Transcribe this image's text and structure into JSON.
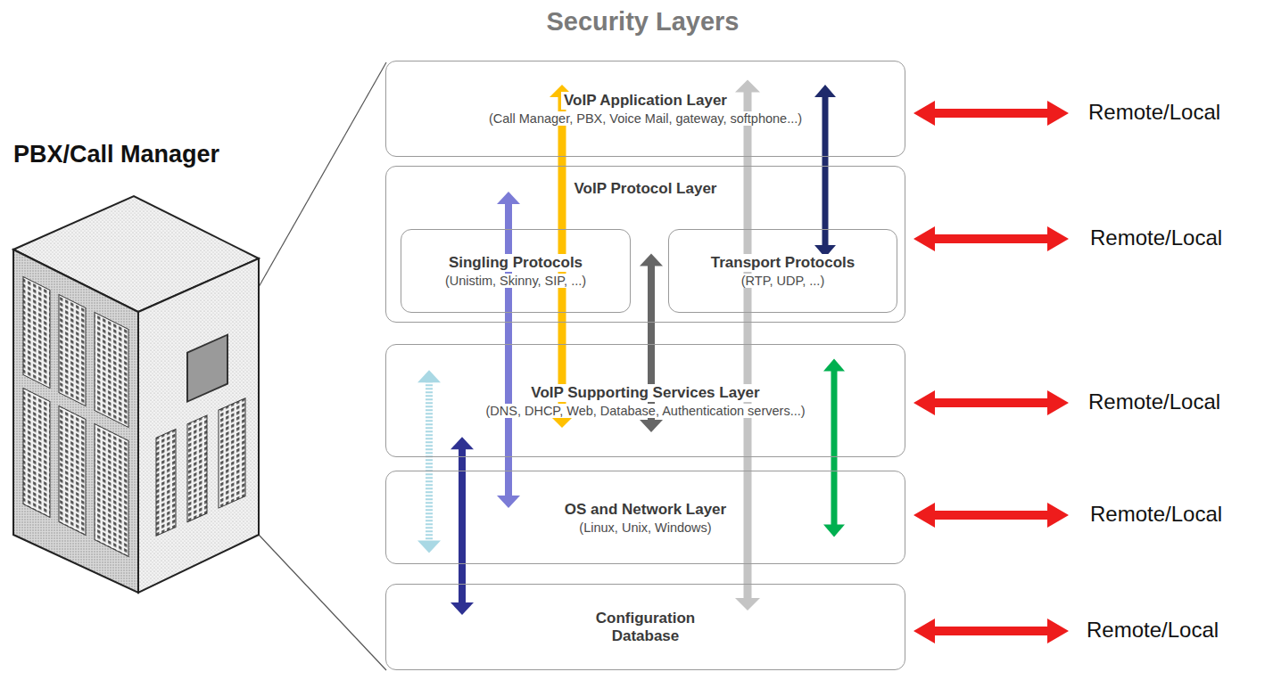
{
  "diagram": {
    "title": "Security Layers",
    "nodes": [
      {
        "text": [
          "VoIP Application Layer",
          "(Call Manager, PBX, Voice Mail, gateway, softphone...)"
        ]
      },
      {
        "text": [
          "VoIP Protocol Layer"
        ]
      },
      {
        "text": [
          "Singling Protocols",
          "(Unistim, Skinny, SIP, ...)"
        ],
        "in": 1
      },
      {
        "text": [
          "Transport Protocols",
          "(RTP, UDP, ...)"
        ],
        "in": 1
      },
      {
        "text": [
          "VoIP Supporting Services Layer",
          "(DNS, DHCP, Web, Database, Authentication servers...)"
        ]
      },
      {
        "text": [
          "OS and Network Layer",
          "(Linux, Unix, Windows)"
        ]
      },
      {
        "text": [
          "Configuration Database"
        ]
      }
    ],
    "edges": [
      {
        "from": 0,
        "to": 4,
        "arrow": "both"
      },
      {
        "from": 0,
        "to": 3,
        "arrow": "both"
      },
      {
        "from": 0,
        "to": 6,
        "arrow": "both"
      },
      {
        "from": 1,
        "to": 5,
        "arrow": "both"
      },
      {
        "from": 1,
        "to": 4,
        "arrow": "both"
      },
      {
        "from": 4,
        "to": 5,
        "arrow": "both"
      },
      {
        "from": 4,
        "to": 5,
        "arrow": "both"
      },
      {
        "from": 4,
        "to": 6,
        "arrow": "both"
      }
    ],
    "labels": [
      "PBX/Call Manager",
      "Remote/Local",
      "Remote/Local",
      "Remote/Local",
      "Remote/Local",
      "Remote/Local"
    ]
  }
}
